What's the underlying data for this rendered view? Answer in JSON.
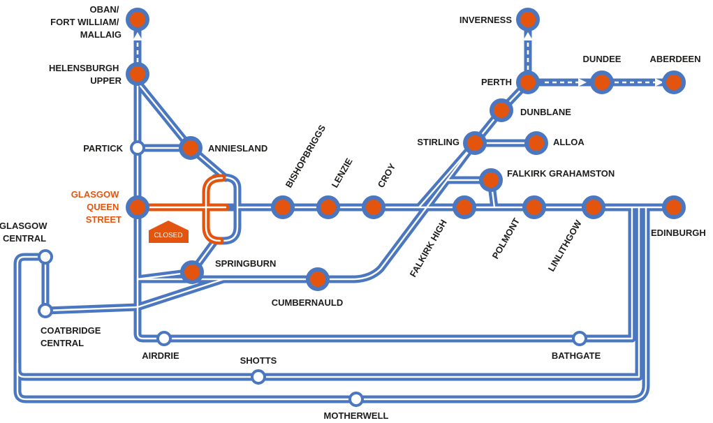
{
  "stations": {
    "oban": [
      "OBAN/",
      "FORT WILLIAM/",
      "MALLAIG"
    ],
    "helensburgh": [
      "HELENSBURGH",
      "UPPER"
    ],
    "partick": "PARTICK",
    "anniesland": "ANNIESLAND",
    "glasgow_queen_street": [
      "GLASGOW",
      "QUEEN",
      "STREET"
    ],
    "glasgow_central": [
      "GLASGOW",
      "CENTRAL"
    ],
    "coatbridge_central": [
      "COATBRIDGE",
      "CENTRAL"
    ],
    "springburn": "SPRINGBURN",
    "cumbernauld": "CUMBERNAULD",
    "bishopbriggs": "BISHOPBRIGGS",
    "lenzie": "LENZIE",
    "croy": "CROY",
    "falkirk_high": "FALKIRK HIGH",
    "falkirk_grahamston": "FALKIRK GRAHAMSTON",
    "polmont": "POLMONT",
    "linlithgow": "LINLITHGOW",
    "edinburgh": "EDINBURGH",
    "stirling": "STIRLING",
    "alloa": "ALLOA",
    "dunblane": "DUNBLANE",
    "perth": "PERTH",
    "inverness": "INVERNESS",
    "dundee": "DUNDEE",
    "aberdeen": "ABERDEEN",
    "airdrie": "AIRDRIE",
    "bathgate": "BATHGATE",
    "shotts": "SHOTTS",
    "motherwell": "MOTHERWELL"
  },
  "closed_badge": "CLOSED",
  "colors": {
    "route": "#4a77c0",
    "station": "#e3550e",
    "closed": "#e3550e",
    "label": "#1d1d1b"
  }
}
